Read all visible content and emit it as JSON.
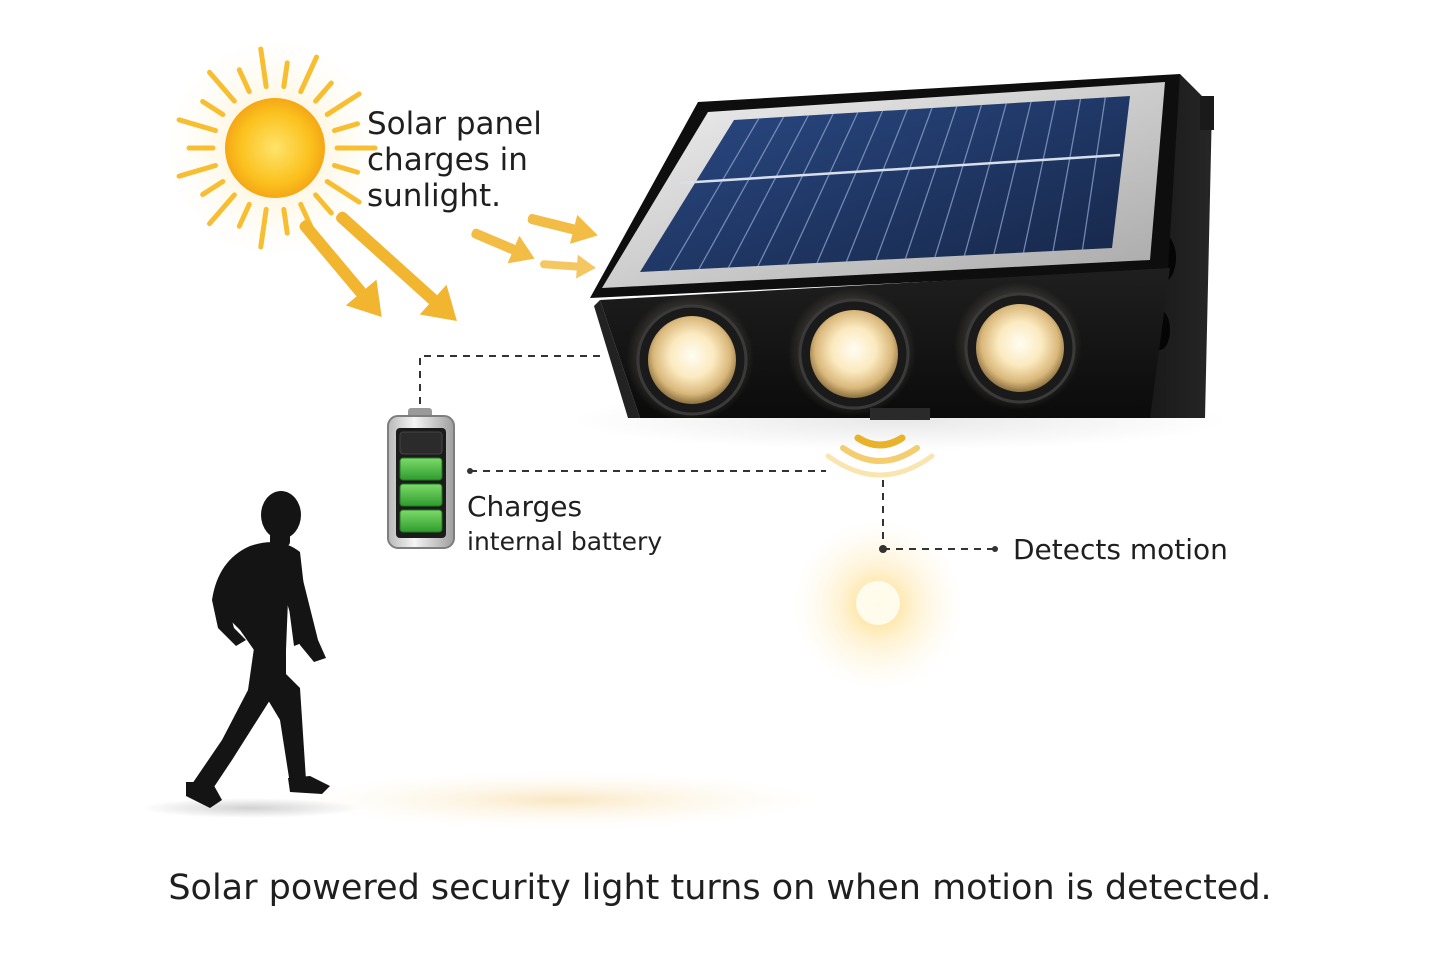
{
  "labels": {
    "solar_panel": "Solar panel\ncharges in\nsunlight.",
    "battery_title": "Charges",
    "battery_subtitle": "internal battery",
    "motion": "Detects motion"
  },
  "caption": "Solar powered security light turns on when motion is detected.",
  "icons": [
    "sun-icon",
    "battery-icon",
    "motion-sensor-icon",
    "walking-person-icon",
    "solar-light-icon"
  ],
  "colors": {
    "sun": "#F7B81D",
    "arrows": "#F2B530",
    "panel": "#1E3567",
    "housing": "#121212",
    "battery_level": "#3DB03D",
    "text": "#1F1F1F"
  },
  "battery_level": 0.8
}
